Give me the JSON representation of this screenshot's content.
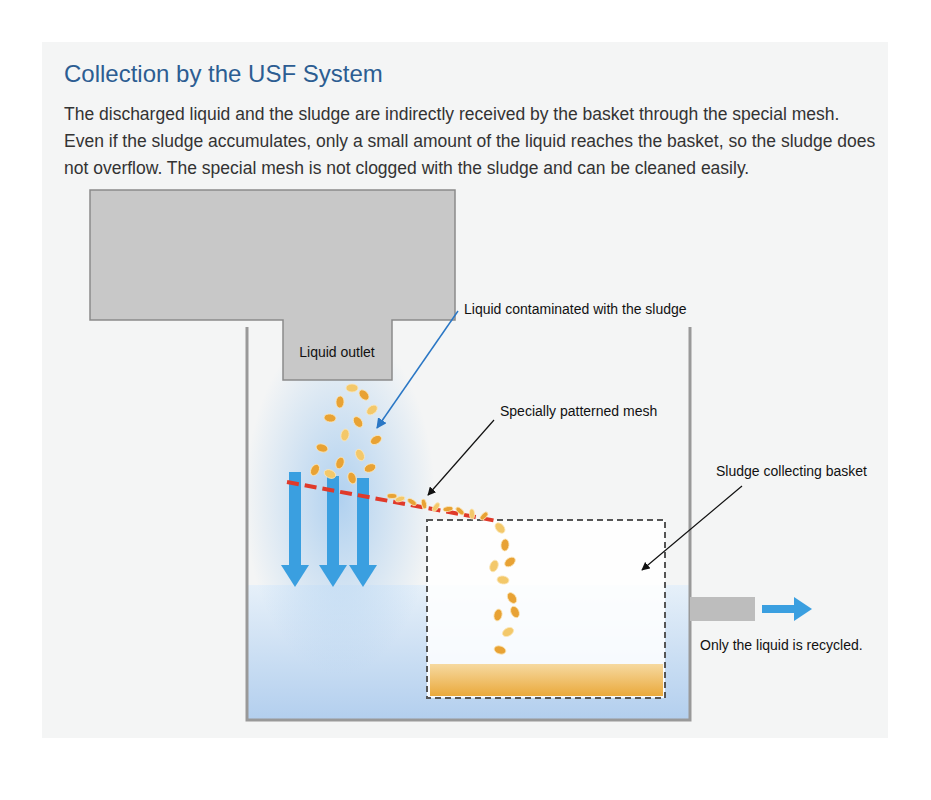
{
  "diagram": {
    "title": "Collection by the USF System",
    "nodes": [
      {
        "text": [
          "Liquid outlet"
        ]
      }
    ],
    "labels": [
      "The discharged liquid and the sludge are indirectly received by the basket through the special mesh.",
      "Even if the sludge accumulates, only a small amount of the liquid reaches the basket, so the sludge does not overflow. The special mesh is not clogged with the sludge and can be cleaned easily.",
      "Liquid contaminated with the sludge",
      "Specially patterned mesh",
      "Sludge collecting basket",
      "Only the liquid is recycled."
    ]
  }
}
